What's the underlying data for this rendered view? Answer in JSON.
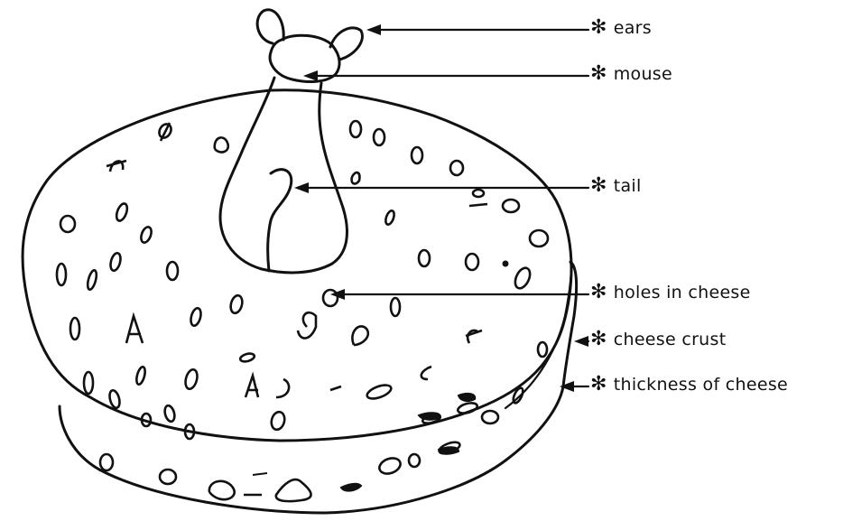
{
  "labels": {
    "ears": "ears",
    "mouse": "mouse",
    "tail": "tail",
    "holes": "holes in cheese",
    "crust": "cheese crust",
    "thickness": "thickness of cheese"
  },
  "bullet": "✻",
  "colors": {
    "ink": "#111111",
    "background": "#ffffff"
  }
}
